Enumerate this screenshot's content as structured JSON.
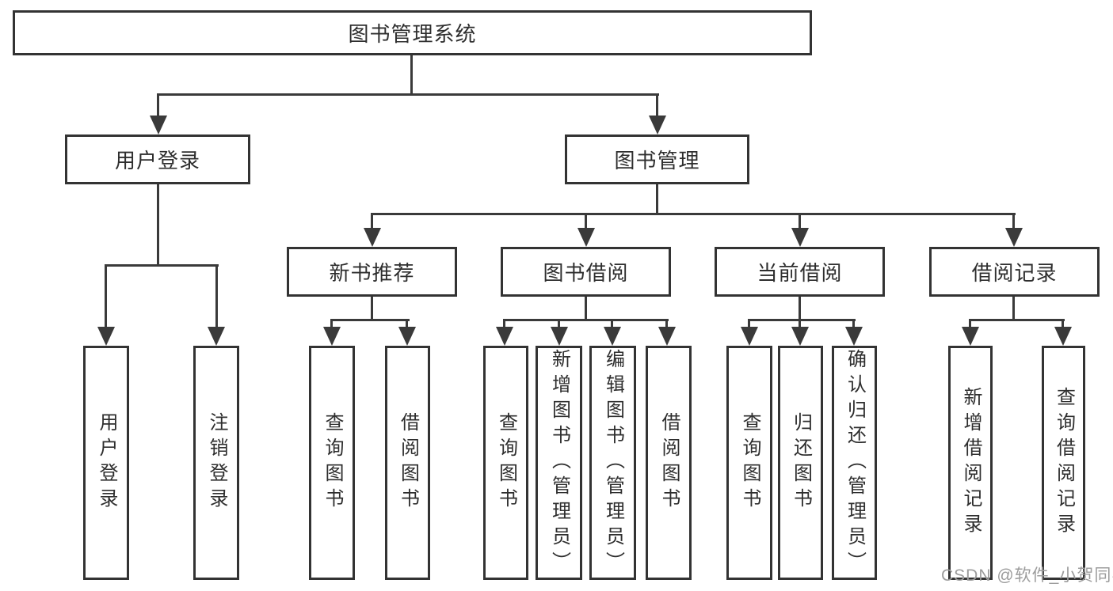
{
  "diagram": {
    "root": {
      "label": "图书管理系统"
    },
    "branches": [
      {
        "label": "用户登录",
        "children": [
          {
            "label": "用户登录"
          },
          {
            "label": "注销登录"
          }
        ]
      },
      {
        "label": "图书管理",
        "children": [
          {
            "label": "新书推荐",
            "children": [
              {
                "label": "查询图书"
              },
              {
                "label": "借阅图书"
              }
            ]
          },
          {
            "label": "图书借阅",
            "children": [
              {
                "label": "查询图书"
              },
              {
                "label": "新增图书（管理员）"
              },
              {
                "label": "编辑图书（管理员）"
              },
              {
                "label": "借阅图书"
              }
            ]
          },
          {
            "label": "当前借阅",
            "children": [
              {
                "label": "查询图书"
              },
              {
                "label": "归还图书"
              },
              {
                "label": "确认归还（管理员）"
              }
            ]
          },
          {
            "label": "借阅记录",
            "children": [
              {
                "label": "新增借阅记录"
              },
              {
                "label": "查询借阅记录"
              }
            ]
          }
        ]
      }
    ],
    "colors": {
      "line": "#3a3a3a",
      "box_border": "#333333",
      "text": "#2e2e2e",
      "background": "#ffffff"
    }
  },
  "watermark": {
    "text": "CSDN @软件_小贺同学",
    "color": "#9c9c9c"
  }
}
